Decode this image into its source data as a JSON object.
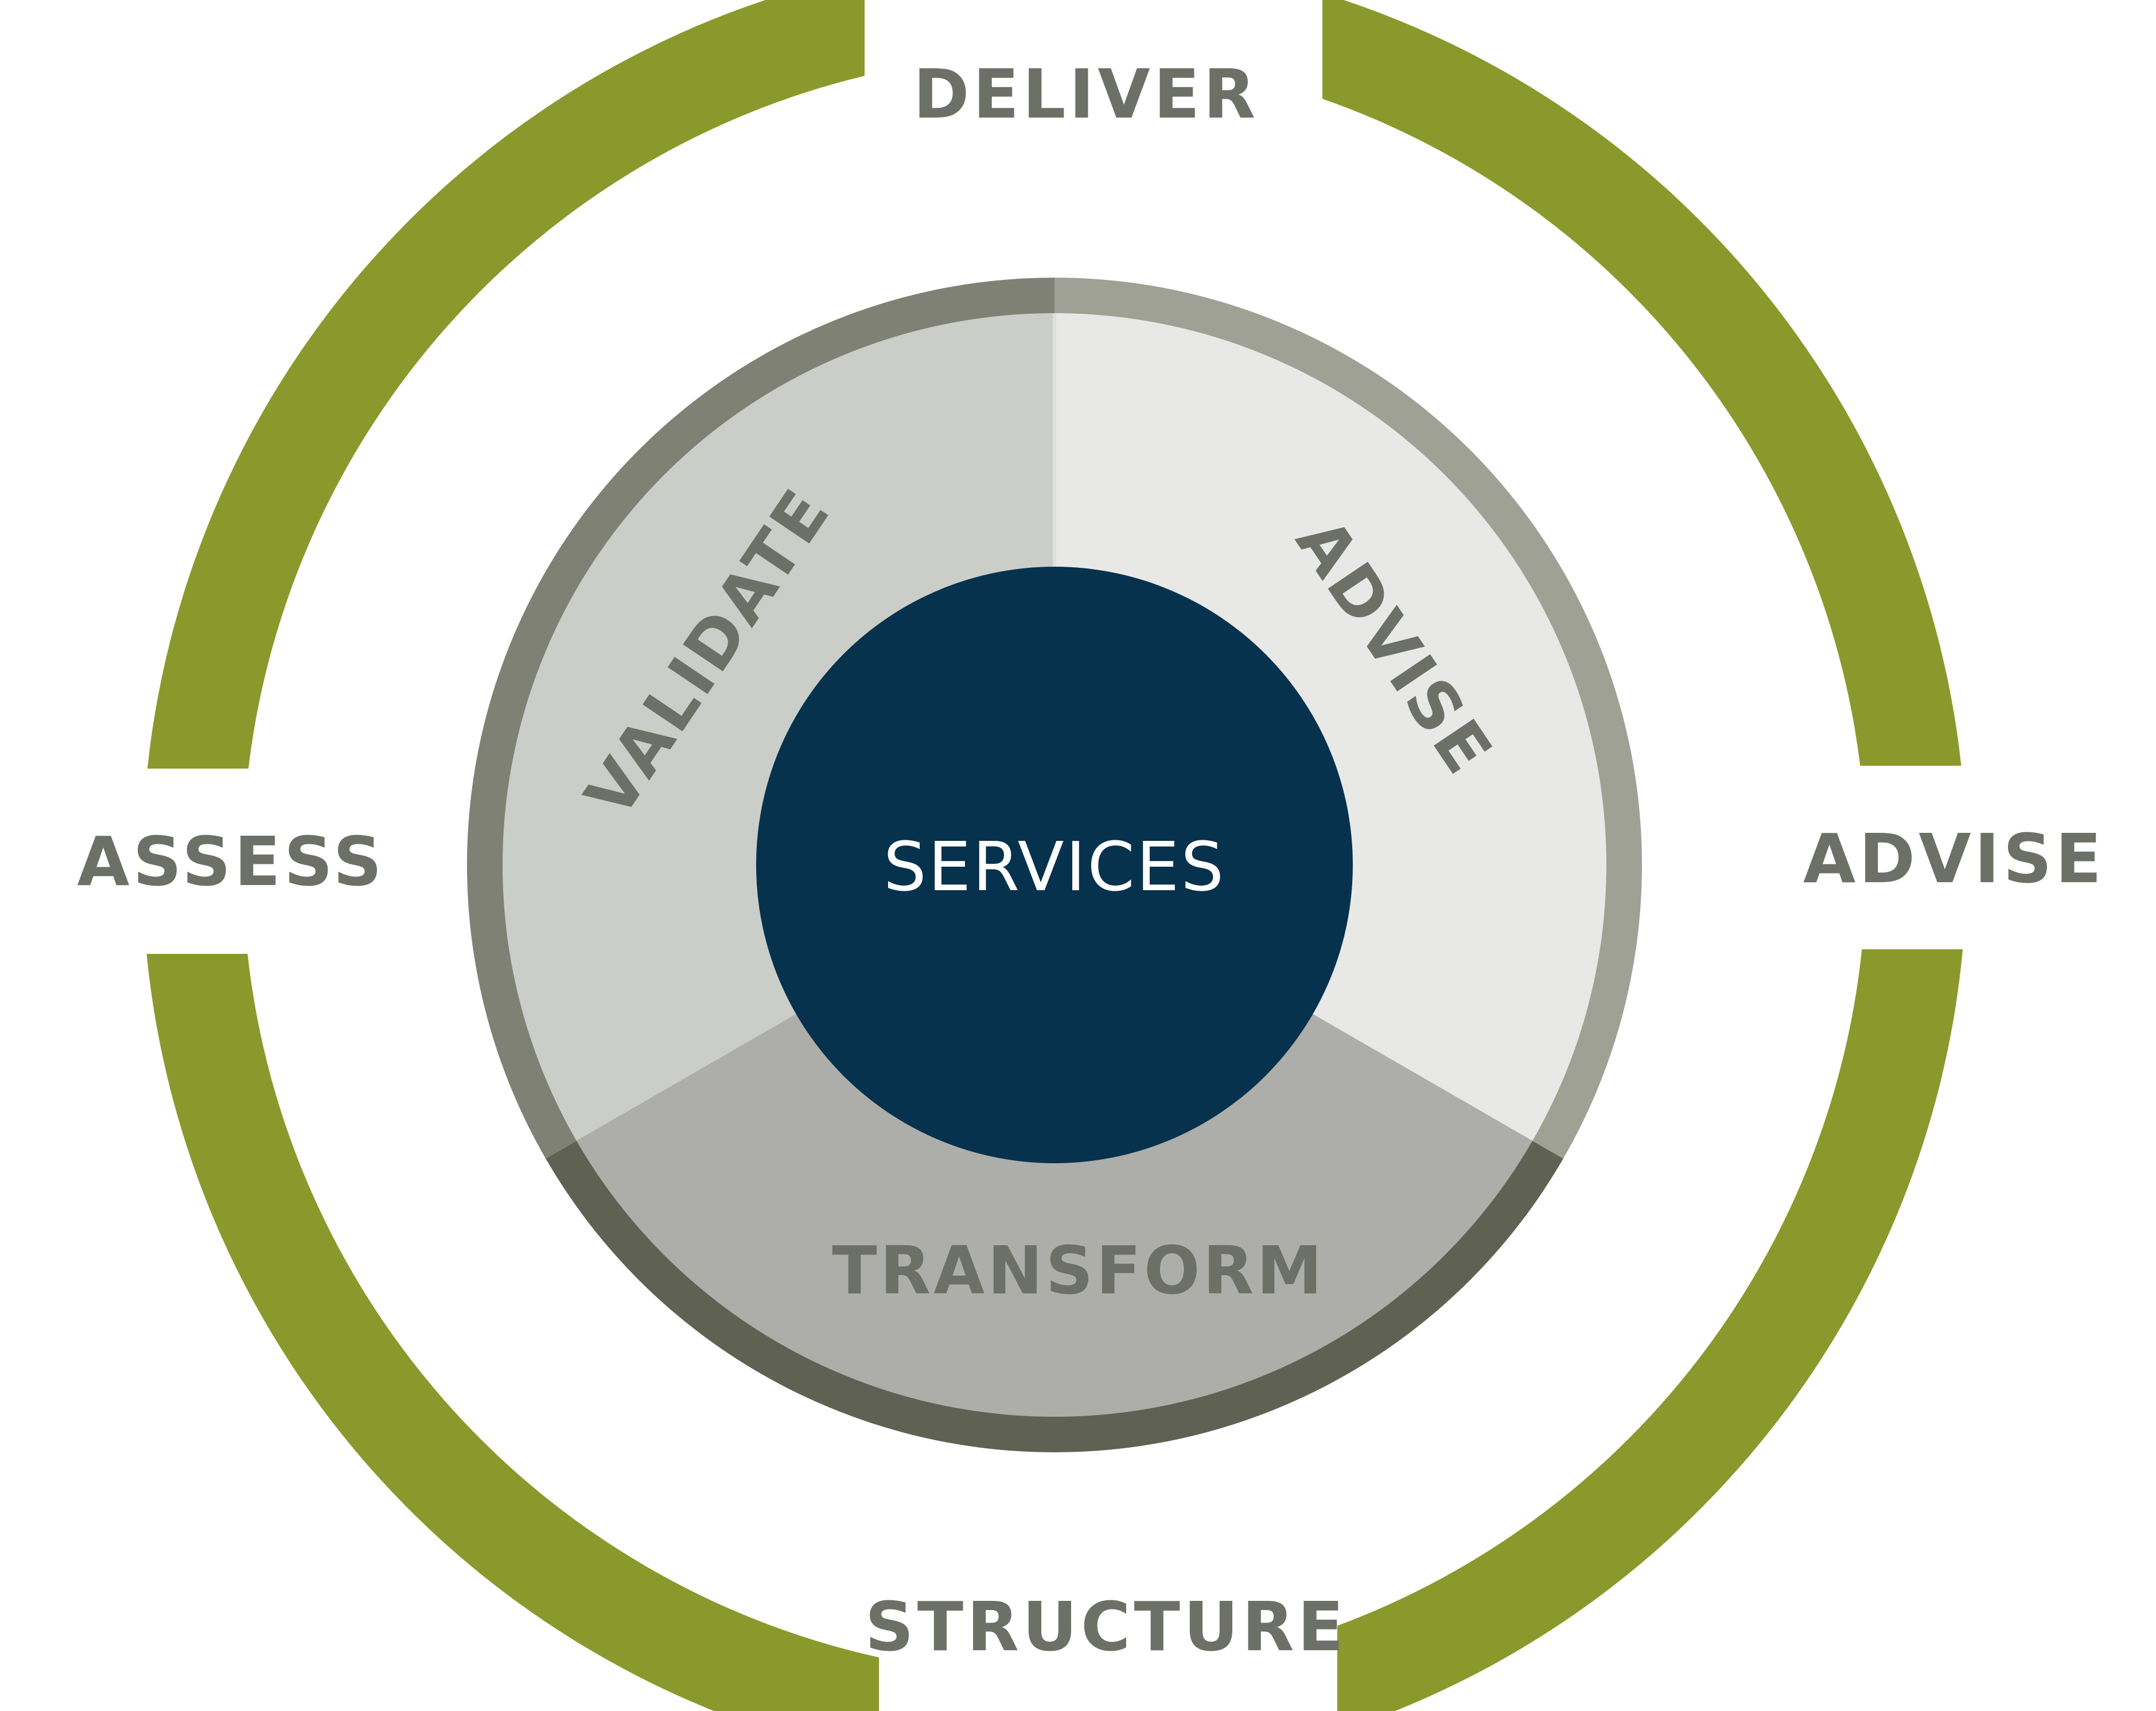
{
  "colors": {
    "background": "#ffffff",
    "outer_ring": "#8a992b",
    "outer_label": "#6d7066",
    "segment_validate": "#cbcdc8",
    "segment_advise": "#e8e9e6",
    "segment_transform": "#adaea9",
    "rim_validate": "#7f8174",
    "rim_advise": "#9fa194",
    "rim_transform": "#5f6153",
    "divider_light": "#dfe0dc",
    "segment_label": "#6d7066",
    "center_circle": "#07324e",
    "center_label": "#ffffff"
  },
  "outer_labels": {
    "top": "DELIVER",
    "right": "ADVISE",
    "bottom": "STRUCTURE",
    "left": "ASSESS"
  },
  "segments": {
    "validate": "VALIDATE",
    "advise": "ADVISE",
    "transform": "TRANSFORM"
  },
  "center": {
    "label": "SERVICES"
  }
}
